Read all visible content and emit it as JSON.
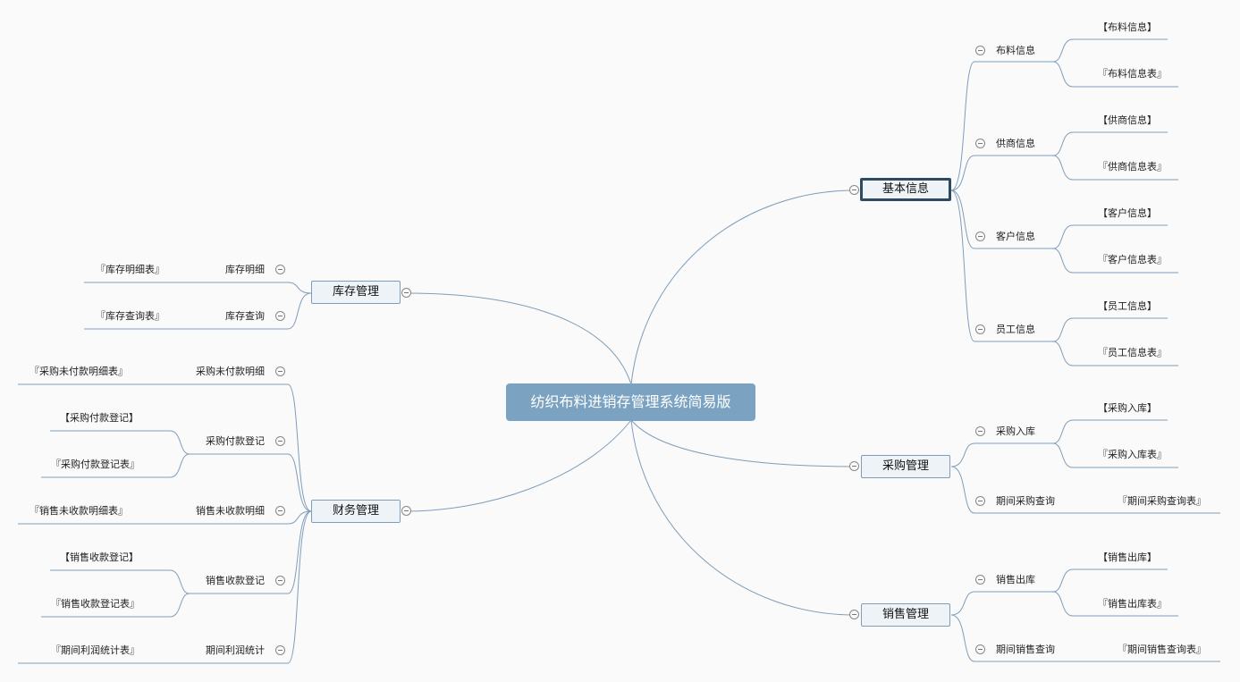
{
  "root": "纺织布料进销存管理系统简易版",
  "branches": [
    {
      "label": "基本信息",
      "children": [
        {
          "label": "布料信息",
          "children": [
            "【布料信息】",
            "『布料信息表』"
          ]
        },
        {
          "label": "供商信息",
          "children": [
            "【供商信息】",
            "『供商信息表』"
          ]
        },
        {
          "label": "客户信息",
          "children": [
            "【客户信息】",
            "『客户信息表』"
          ]
        },
        {
          "label": "员工信息",
          "children": [
            "【员工信息】",
            "『员工信息表』"
          ]
        }
      ]
    },
    {
      "label": "采购管理",
      "children": [
        {
          "label": "采购入库",
          "children": [
            "【采购入库】",
            "『采购入库表』"
          ]
        },
        {
          "label": "期间采购查询",
          "children": [
            "『期间采购查询表』"
          ]
        }
      ]
    },
    {
      "label": "销售管理",
      "children": [
        {
          "label": "销售出库",
          "children": [
            "【销售出库】",
            "『销售出库表』"
          ]
        },
        {
          "label": "期间销售查询",
          "children": [
            "『期间销售查询表』"
          ]
        }
      ]
    },
    {
      "label": "库存管理",
      "children": [
        {
          "label": "库存明细",
          "children": [
            "『库存明细表』"
          ]
        },
        {
          "label": "库存查询",
          "children": [
            "『库存查询表』"
          ]
        }
      ]
    },
    {
      "label": "财务管理",
      "children": [
        {
          "label": "采购未付款明细",
          "children": [
            "『采购未付款明细表』"
          ]
        },
        {
          "label": "采购付款登记",
          "children": [
            "【采购付款登记】",
            "『采购付款登记表』"
          ]
        },
        {
          "label": "销售未收款明细",
          "children": [
            "『销售未收款明细表』"
          ]
        },
        {
          "label": "销售收款登记",
          "children": [
            "【销售收款登记】",
            "『销售收款登记表』"
          ]
        },
        {
          "label": "期间利润统计",
          "children": [
            "『期间利润统计表』"
          ]
        }
      ]
    }
  ]
}
